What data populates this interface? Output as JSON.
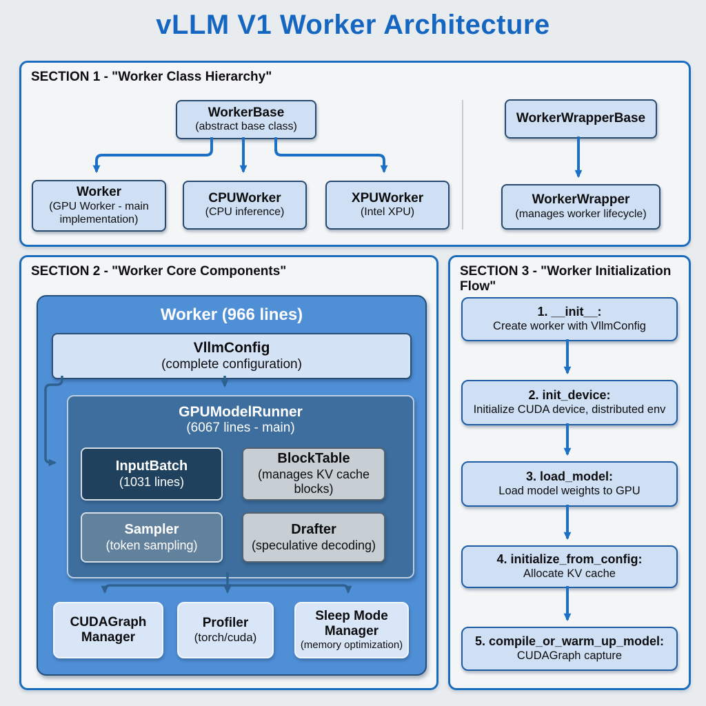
{
  "title": "vLLM V1 Worker Architecture",
  "colors": {
    "accent_blue": "#1566c1",
    "section_border": "#1a6cbd",
    "arrow_bright": "#1b70c6",
    "arrow_slate": "#2e6190",
    "node_light_fill": "#cfe0f4",
    "worker_container_fill": "#4f8fd6",
    "gpu_runner_fill": "#3d6e9d",
    "dark_navy_fill": "#20415d",
    "slate_fill": "#62819c",
    "gray_fill": "#c7cfd5"
  },
  "section1": {
    "label": "SECTION 1 - \"Worker Class Hierarchy\"",
    "nodes": {
      "worker_base": {
        "name": "WorkerBase",
        "subtitle": "(abstract base class)"
      },
      "worker": {
        "name": "Worker",
        "subtitle": "(GPU Worker - main implementation)"
      },
      "cpu_worker": {
        "name": "CPUWorker",
        "subtitle": "(CPU inference)"
      },
      "xpu_worker": {
        "name": "XPUWorker",
        "subtitle": "(Intel XPU)"
      },
      "worker_wrapper_base": {
        "name": "WorkerWrapperBase"
      },
      "worker_wrapper": {
        "name": "WorkerWrapper",
        "subtitle": "(manages worker lifecycle)"
      }
    }
  },
  "section2": {
    "label": "SECTION 2 - \"Worker Core Components\"",
    "worker_container_title": "Worker (966 lines)",
    "vllm_config": {
      "name": "VllmConfig",
      "subtitle": "(complete configuration)"
    },
    "gpu_model_runner": {
      "name": "GPUModelRunner",
      "subtitle": "(6067 lines - main)"
    },
    "input_batch": {
      "name": "InputBatch",
      "subtitle": "(1031 lines)"
    },
    "block_table": {
      "name": "BlockTable",
      "subtitle": "(manages KV cache blocks)"
    },
    "sampler": {
      "name": "Sampler",
      "subtitle": "(token sampling)"
    },
    "drafter": {
      "name": "Drafter",
      "subtitle": "(speculative decoding)"
    },
    "cudagraph_manager": {
      "name": "CUDAGraph Manager"
    },
    "profiler": {
      "name": "Profiler",
      "subtitle": "(torch/cuda)"
    },
    "sleep_mode_manager": {
      "name": "Sleep Mode Manager",
      "subtitle": "(memory optimization)"
    }
  },
  "section3": {
    "label": "SECTION 3 - \"Worker Initialization Flow\"",
    "steps": [
      {
        "title": "1. __init__:",
        "subtitle": "Create worker with VllmConfig"
      },
      {
        "title": "2. init_device:",
        "subtitle": "Initialize CUDA device, distributed env"
      },
      {
        "title": "3. load_model:",
        "subtitle": "Load model weights to GPU"
      },
      {
        "title": "4. initialize_from_config:",
        "subtitle": "Allocate KV cache"
      },
      {
        "title": "5. compile_or_warm_up_model:",
        "subtitle": "CUDAGraph capture"
      }
    ]
  }
}
